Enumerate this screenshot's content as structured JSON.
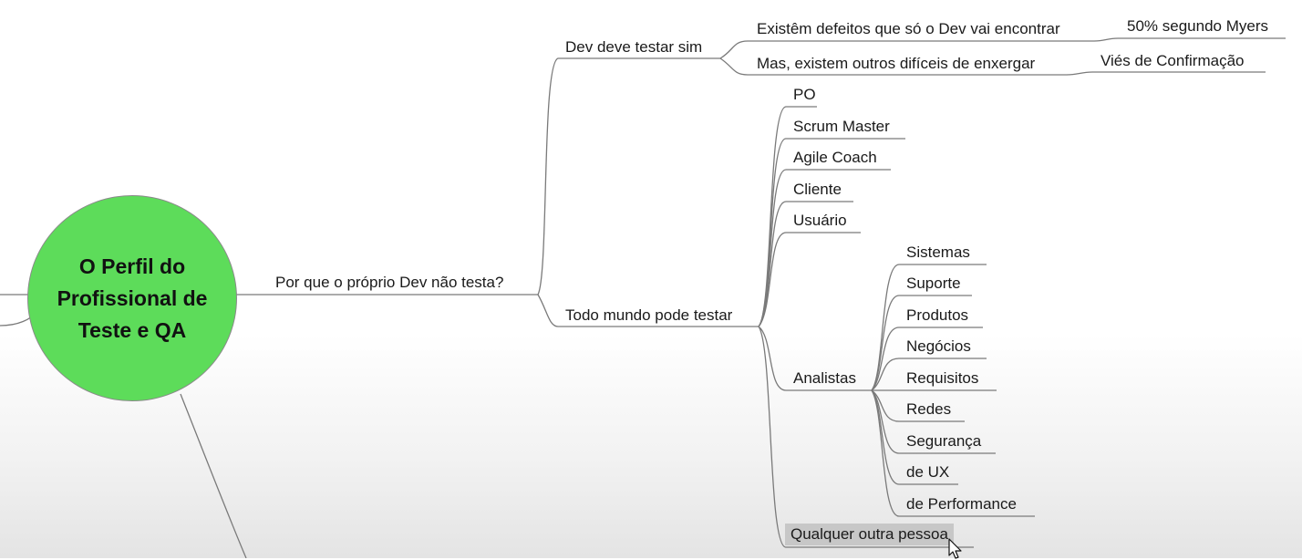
{
  "root": {
    "label": "O Perfil do\nProfissional de\nTeste e QA",
    "color": "#5ddc5a"
  },
  "nodes": {
    "por_que": "Por que o próprio Dev não testa?",
    "dev_deve": "Dev deve testar sim",
    "existem_defeitos": "Existêm defeitos que só o Dev vai encontrar",
    "myers": "50% segundo Myers",
    "mas_existem": "Mas, existem outros difíceis de enxergar",
    "vies": "Viés de Confirmação",
    "todo_mundo": "Todo mundo pode testar",
    "po": "PO",
    "scrum_master": "Scrum Master",
    "agile_coach": "Agile Coach",
    "cliente": "Cliente",
    "usuario": "Usuário",
    "analistas": "Analistas",
    "analistas_children": [
      "Sistemas",
      "Suporte",
      "Produtos",
      "Negócios",
      "Requisitos",
      "Redes",
      "Segurança",
      "de UX",
      "de Performance"
    ],
    "qualquer": "Qualquer outra pessoa"
  },
  "colors": {
    "line": "#7a7a7a",
    "highlight": "#c7c7c7"
  }
}
